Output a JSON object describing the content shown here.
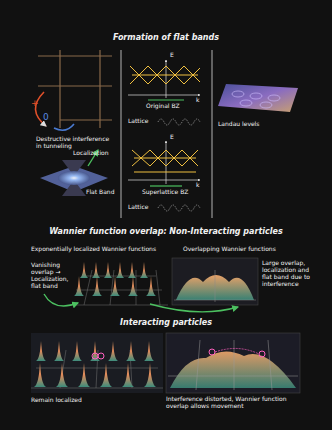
{
  "diagram": {
    "title": "Formation of flat bands",
    "labels": [
      "+",
      "0",
      "Destructive interference in tunneling",
      "Localization",
      "Flat Band",
      "E",
      "k",
      "Original BZ",
      "Lattice",
      "E",
      "k",
      "Superlattice BZ",
      "Lattice",
      "Landau levels",
      "Wannier function overlap: Non-Interacting particles",
      "Exponentially localized Wannier functions",
      "Overlapping Wannier functions",
      "Vanishing overlap → Localization, flat band",
      "Large overlap, localization and flat band due to interference",
      "Interacting particles",
      "Remain localized",
      "Interference distorted, Wannier function overlap allows movement"
    ]
  }
}
